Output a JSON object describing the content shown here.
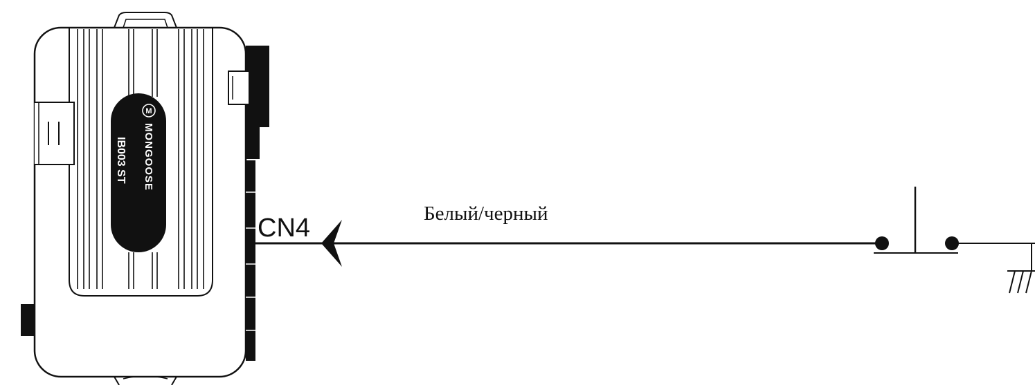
{
  "device": {
    "model": "IB003 ST",
    "logo_text": "MONGOOSE",
    "logo_mark": "M"
  },
  "connector": {
    "label": "CN4"
  },
  "wire": {
    "label": "Белый/черный"
  },
  "switch": {
    "type": "normally-open push button"
  },
  "ground": {
    "symbol": "ground-icon"
  }
}
